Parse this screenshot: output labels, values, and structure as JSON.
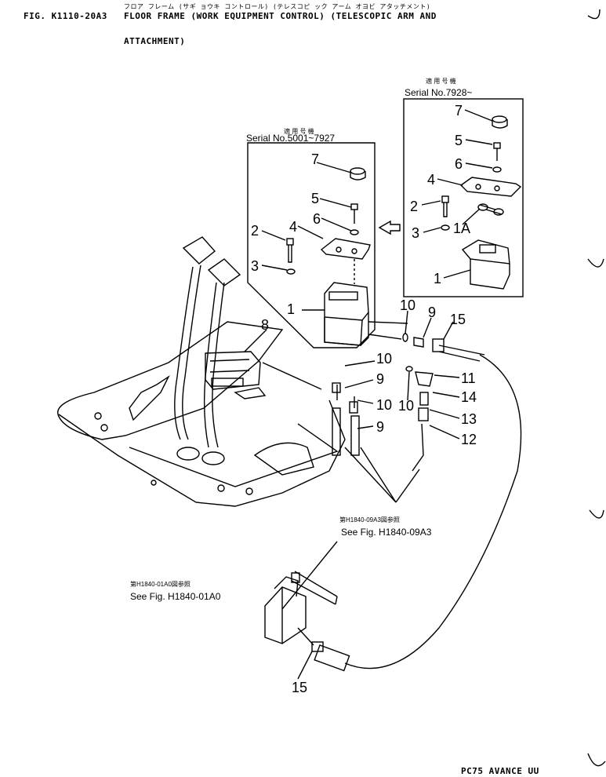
{
  "header": {
    "fig_no": "FIG. K1110-20A3",
    "title_jp": "フロア フレーム (サギ ョウキ コントロール) (テレスコピ ック アーム オヨビ アタッチメント)",
    "title_en_line1": "FLOOR FRAME (WORK EQUIPMENT CONTROL) (TELESCOPIC ARM AND",
    "title_en_line2": "ATTACHMENT)"
  },
  "footer": {
    "model": "PC75 AVANCE UU"
  },
  "boxes": {
    "left": {
      "jp": "適 用 号 機",
      "serial": "Serial No.5001~7927"
    },
    "right": {
      "jp": "適 用 号 機",
      "serial": "Serial No.7928~"
    }
  },
  "references": {
    "ref1": {
      "jp": "第H1840-09A3図参照",
      "en": "See Fig. H1840-09A3"
    },
    "ref2": {
      "jp": "第H1840-01A0図参照",
      "en": "See Fig. H1840-01A0"
    }
  },
  "callouts": {
    "left_box": [
      "7",
      "5",
      "6",
      "4",
      "2",
      "3",
      "1"
    ],
    "right_box": [
      "7",
      "5",
      "6",
      "4",
      "2",
      "1A",
      "3",
      "1"
    ],
    "main": [
      "8",
      "10",
      "9",
      "15",
      "10",
      "11",
      "9",
      "14",
      "10",
      "10",
      "13",
      "9",
      "12",
      "15"
    ]
  }
}
